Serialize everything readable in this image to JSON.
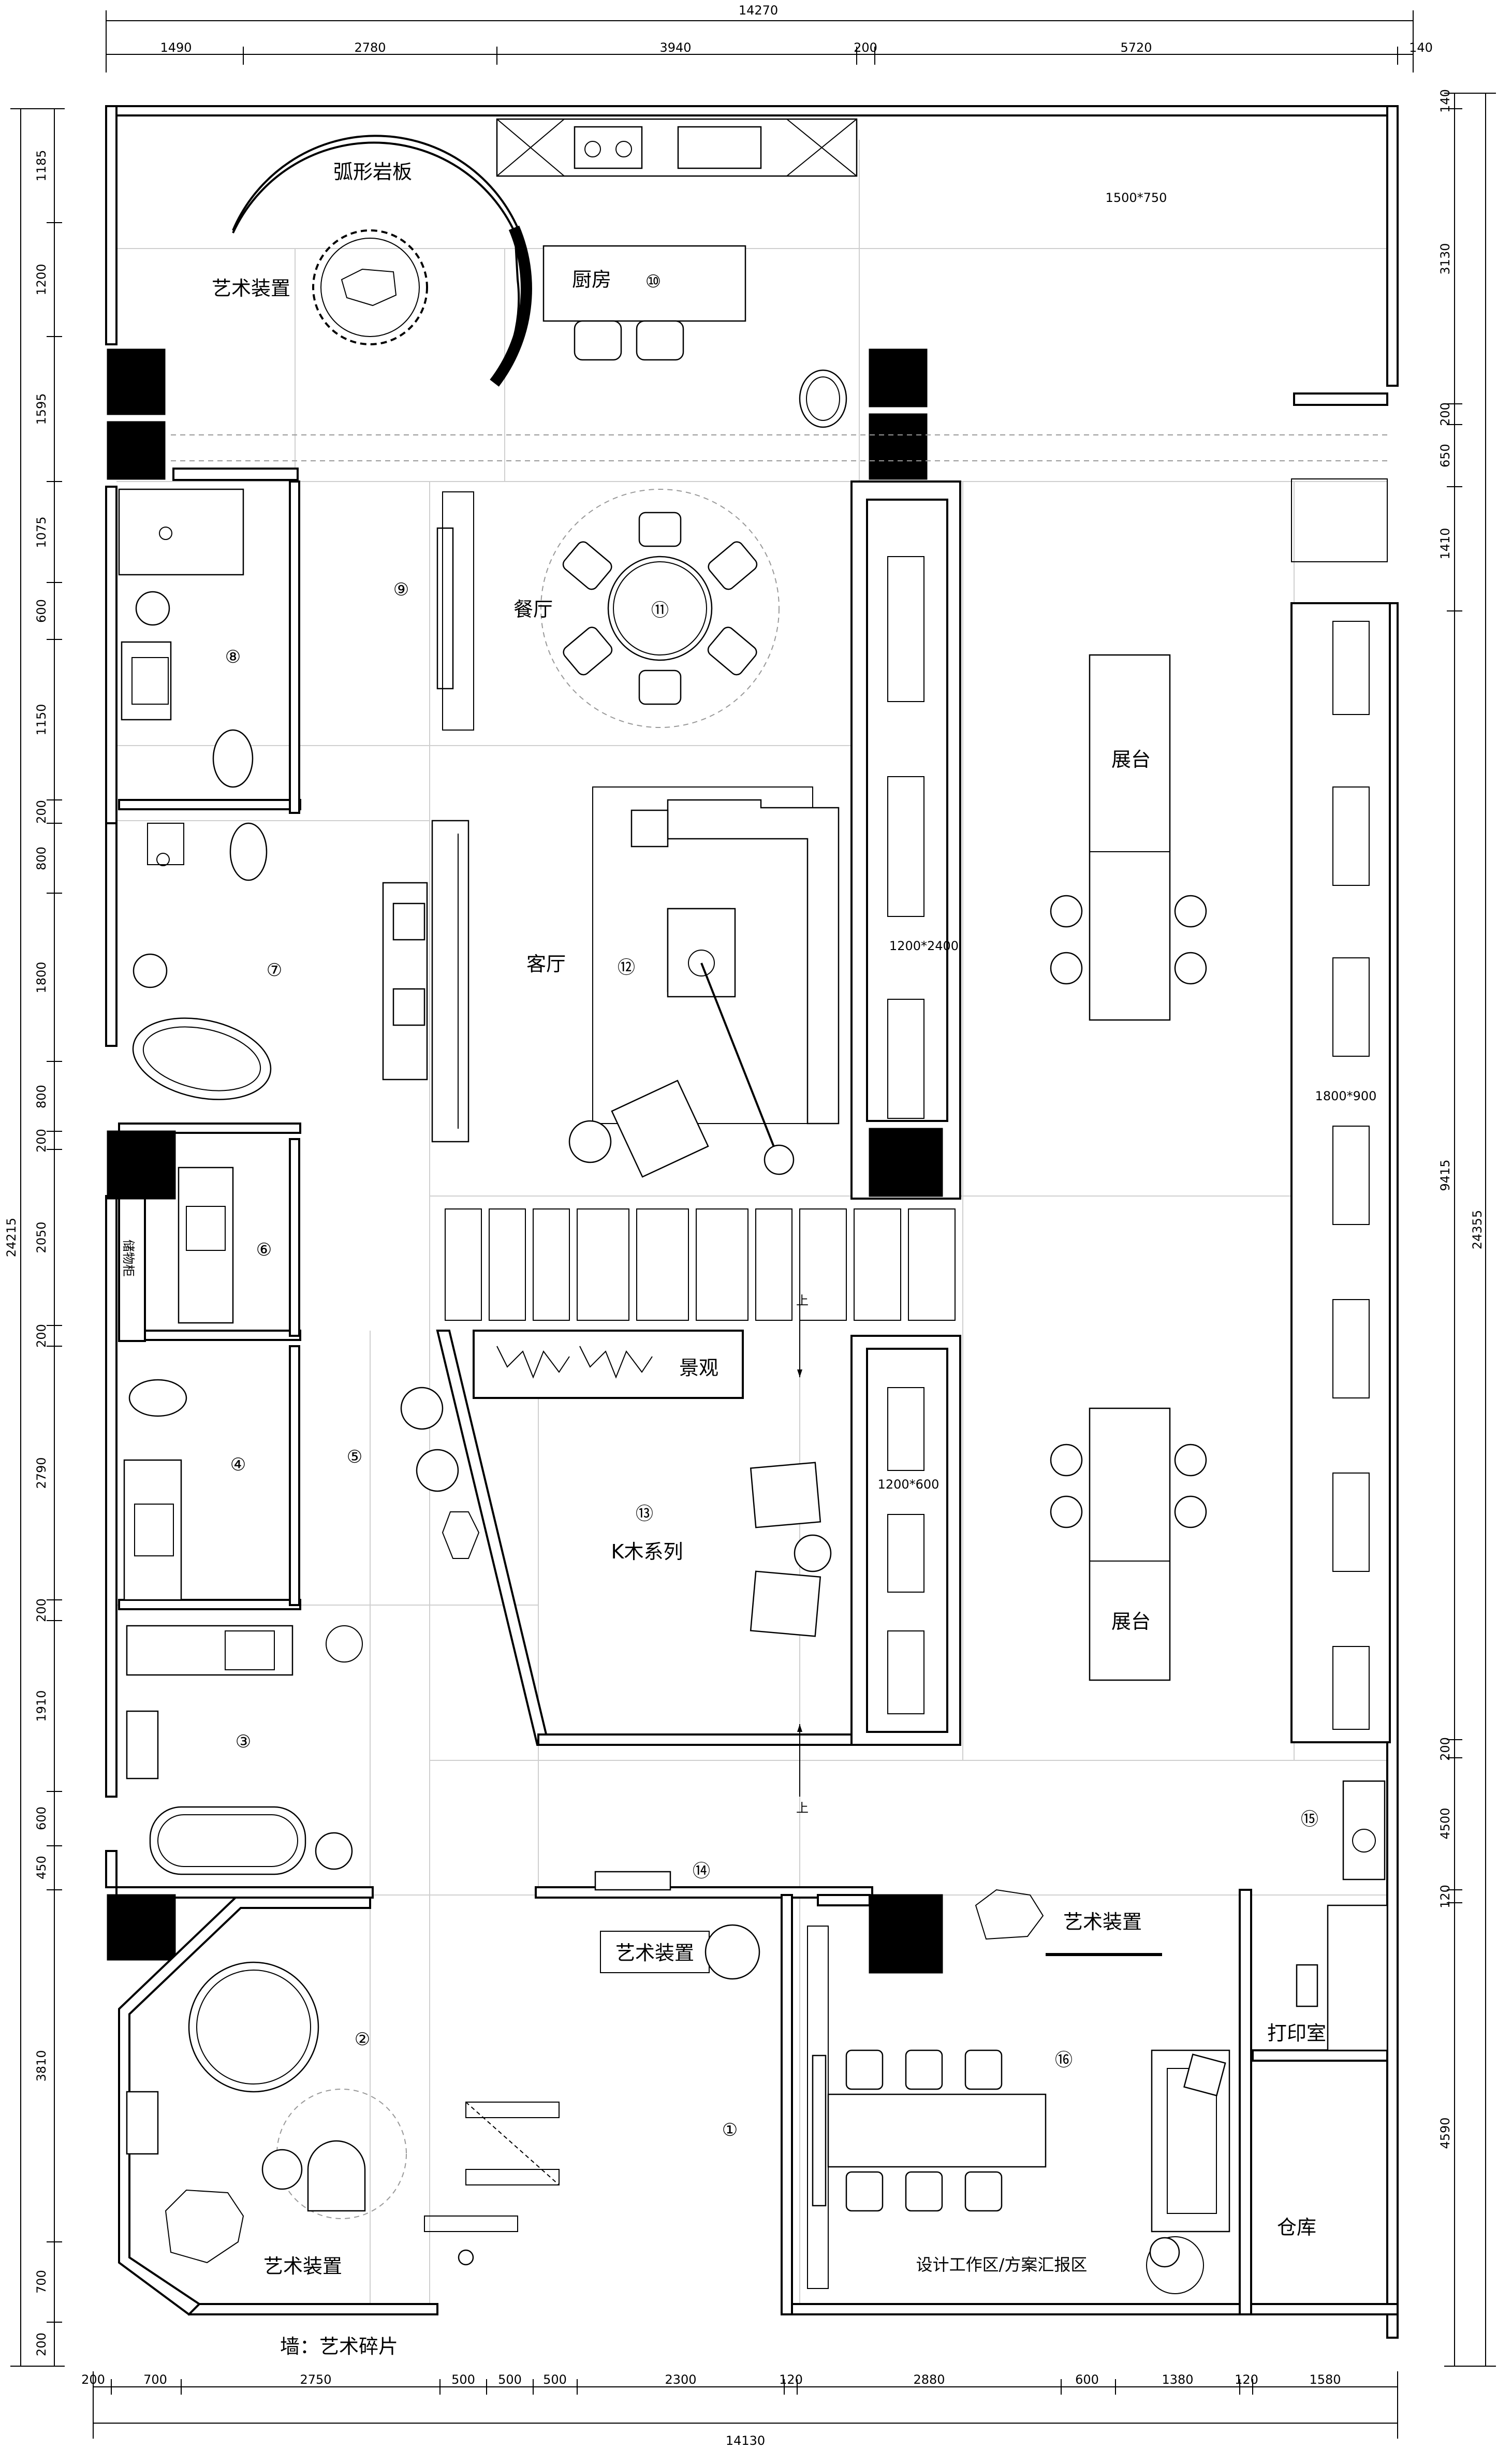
{
  "dimensions": {
    "top_total": "14270",
    "top_segments": [
      "1490",
      "2780",
      "3940",
      "200",
      "5720",
      "140"
    ],
    "bottom_total": "14130",
    "bottom_segments": [
      "200",
      "700",
      "2750",
      "500",
      "500",
      "500",
      "2300",
      "120",
      "2880",
      "600",
      "1380",
      "120",
      "1580"
    ],
    "left_total": "24215",
    "left_segments": [
      "1185",
      "1200",
      "1595",
      "1075",
      "600",
      "1150",
      "200",
      "800",
      "1800",
      "800",
      "200",
      "2050",
      "200",
      "2790",
      "200",
      "1910",
      "600",
      "450",
      "3810",
      "700",
      "200"
    ],
    "right_total": "24355",
    "right_segments": [
      "140",
      "3130",
      "200",
      "650",
      "1410",
      "9415",
      "200",
      "4500",
      "120",
      "4590"
    ]
  },
  "rooms": {
    "r1": "①",
    "r2": "②",
    "r3": "③",
    "r4": "④",
    "r5": "⑤",
    "r6": "⑥",
    "r7": "⑦",
    "r8": "⑧",
    "r9": "⑨",
    "r10": "⑩",
    "r11": "⑪",
    "r12": "⑫",
    "r13": "⑬",
    "r14": "⑭",
    "r15": "⑮",
    "r16": "⑯"
  },
  "labels": {
    "arc_slab": "弧形岩板",
    "art_install_1": "艺术装置",
    "kitchen": "厨房",
    "size_1500_750": "1500*750",
    "dining": "餐厅",
    "living": "客厅",
    "display_1": "展台",
    "size_1200_2400": "1200*2400",
    "size_1800_900": "1800*900",
    "storage_small": "储物柜",
    "landscape": "景观",
    "kwood_series": "K木系列",
    "size_1200_600": "1200*600",
    "display_2": "展台",
    "up_1": "上",
    "up_2": "上",
    "art_install_2": "艺术装置",
    "art_install_3": "艺术装置",
    "print_room": "打印室",
    "warehouse": "仓库",
    "design_area": "设计工作区/方案汇报区",
    "art_install_4": "艺术装置",
    "wall_art": "墙：艺术碎片"
  }
}
